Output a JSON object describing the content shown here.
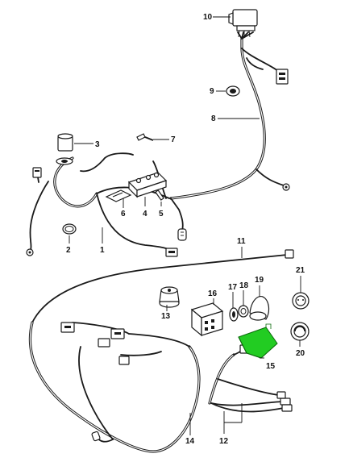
{
  "diagram": {
    "highlight_color": "#22cc22",
    "ink_color": "#1a1a1a",
    "callouts": [
      "1",
      "2",
      "3",
      "4",
      "5",
      "6",
      "7",
      "8",
      "9",
      "10",
      "11",
      "12",
      "13",
      "14",
      "15",
      "16",
      "17",
      "18",
      "19",
      "20",
      "21"
    ]
  }
}
